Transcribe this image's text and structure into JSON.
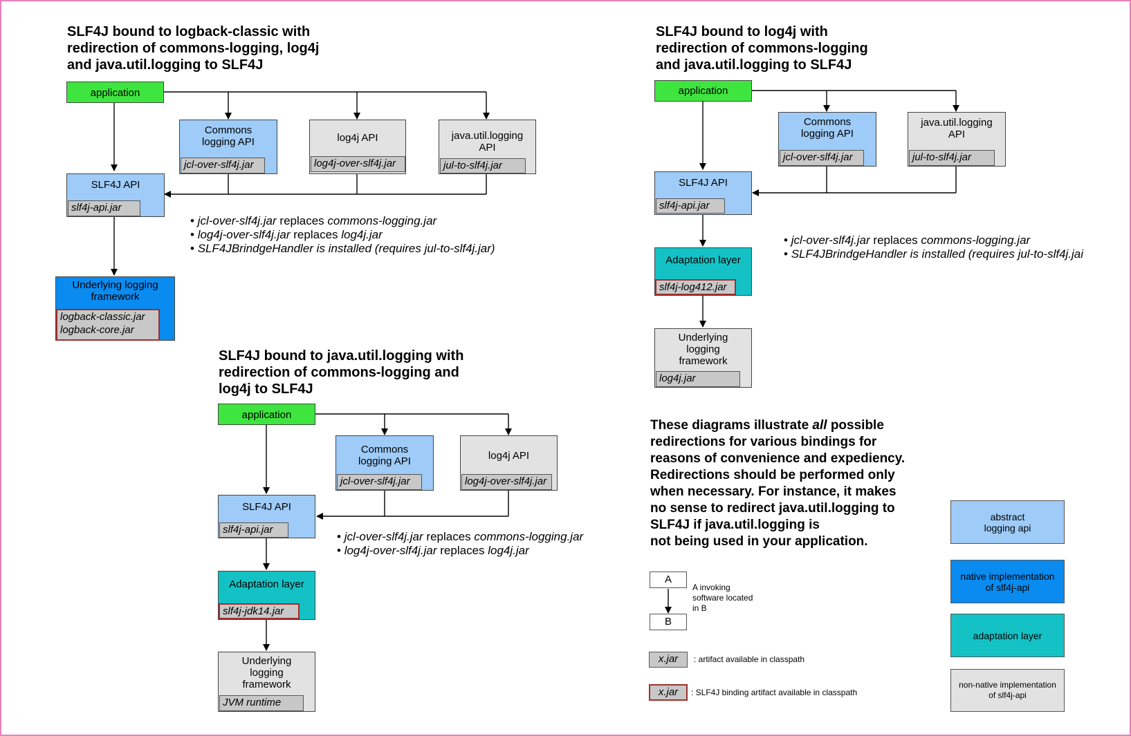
{
  "diagram1": {
    "title": [
      "SLF4J bound to logback-classic with",
      "redirection of commons-logging, log4j",
      "and java.util.logging to SLF4J"
    ],
    "application": "application",
    "commons": "Commons\nlogging API",
    "commons_jar": "jcl-over-slf4j.jar",
    "log4j": "log4j API",
    "log4j_jar": "log4j-over-slf4j.jar",
    "jul": "java.util.logging\nAPI",
    "jul_jar": "jul-to-slf4j.jar",
    "slf4j": "SLF4J API",
    "slf4j_jar": "slf4j-api.jar",
    "underlying": "Underlying logging\nframework",
    "underlying_jar": "logback-classic.jar\nlogback-core.jar",
    "bullets": [
      {
        "a": "jcl-over-slf4j.jar",
        "b": " replaces ",
        "c": "commons-logging.jar"
      },
      {
        "a": "log4j-over-slf4j.jar",
        "b": " replaces ",
        "c": "log4j.jar"
      },
      {
        "a": "SLF4JBrindgeHandler is installed (requires jul-to-slf4j.jar)",
        "b": "",
        "c": ""
      }
    ]
  },
  "diagram2": {
    "title": [
      "SLF4J bound to log4j with",
      "redirection of commons-logging",
      "and java.util.logging to SLF4J"
    ],
    "application": "application",
    "commons": "Commons\nlogging API",
    "commons_jar": "jcl-over-slf4j.jar",
    "jul": "java.util.logging\nAPI",
    "jul_jar": "jul-to-slf4j.jar",
    "slf4j": "SLF4J API",
    "slf4j_jar": "slf4j-api.jar",
    "adaptation": "Adaptation layer",
    "adaptation_jar": "slf4j-log412.jar",
    "underlying": "Underlying\nlogging\nframework",
    "underlying_jar": "log4j.jar",
    "bullets": [
      {
        "a": "jcl-over-slf4j.jar",
        "b": " replaces ",
        "c": "commons-logging.jar"
      },
      {
        "a": "SLF4JBrindgeHandler is installed (requires jul-to-slf4j.jai",
        "b": "",
        "c": ""
      }
    ]
  },
  "diagram3": {
    "title": [
      "SLF4J bound to java.util.logging with",
      "redirection of commons-logging and",
      "log4j to SLF4J"
    ],
    "application": "application",
    "commons": "Commons\nlogging API",
    "commons_jar": "jcl-over-slf4j.jar",
    "log4j": "log4j API",
    "log4j_jar": "log4j-over-slf4j.jar",
    "slf4j": "SLF4J API",
    "slf4j_jar": "slf4j-api.jar",
    "adaptation": "Adaptation layer",
    "adaptation_jar": "slf4j-jdk14.jar",
    "underlying": "Underlying\nlogging\nframework",
    "underlying_jar": "JVM runtime",
    "bullets": [
      {
        "a": "jcl-over-slf4j.jar",
        "b": " replaces ",
        "c": "commons-logging.jar"
      },
      {
        "a": "log4j-over-slf4j.jar",
        "b": " replaces ",
        "c": "log4j.jar"
      }
    ]
  },
  "note": {
    "line1_pre": "These diagrams illustrate ",
    "line1_em": "all",
    "line1_post": " possible",
    "lines": [
      "redirections for various bindings for",
      "reasons of convenience and expediency.",
      "Redirections should be performed only",
      "when necessary. For instance, it makes",
      "no sense to redirect java.util.logging to",
      "SLF4J if java.util.logging is",
      "not being used in your application."
    ]
  },
  "legend": {
    "a": "A",
    "b": "B",
    "invoking": "A invoking\nsoftware located\nin B",
    "jar": "x.jar",
    "jar_desc": ": artifact available in classpath",
    "binding_jar": "x.jar",
    "binding_desc": ": SLF4J binding artifact available in classpath",
    "abstract": "abstract\nlogging api",
    "native": "native implementation\nof slf4j-api",
    "adaptation": "adaptation layer",
    "nonnative": "non-native implementation\nof slf4j-api"
  },
  "colors": {
    "application": "#3fe53f",
    "abstract_api": "#9ecbf7",
    "native_impl": "#0a8bf0",
    "adaptation": "#14c2c6",
    "non_native": "#e2e2e2",
    "jar": "#c8c8c8",
    "binding_border": "#a0302c",
    "frame": "#e77fbf"
  }
}
